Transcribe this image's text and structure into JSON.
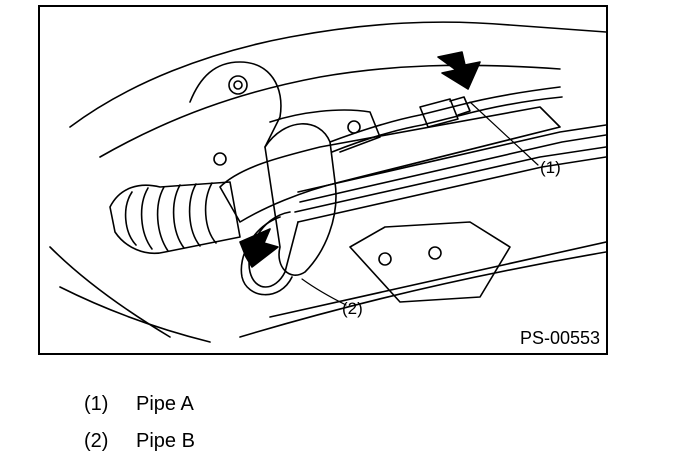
{
  "figure": {
    "code": "PS-00553",
    "callouts": [
      "(1)",
      "(2)"
    ]
  },
  "legend": [
    {
      "num": "(1)",
      "label": "Pipe A"
    },
    {
      "num": "(2)",
      "label": "Pipe B"
    }
  ]
}
